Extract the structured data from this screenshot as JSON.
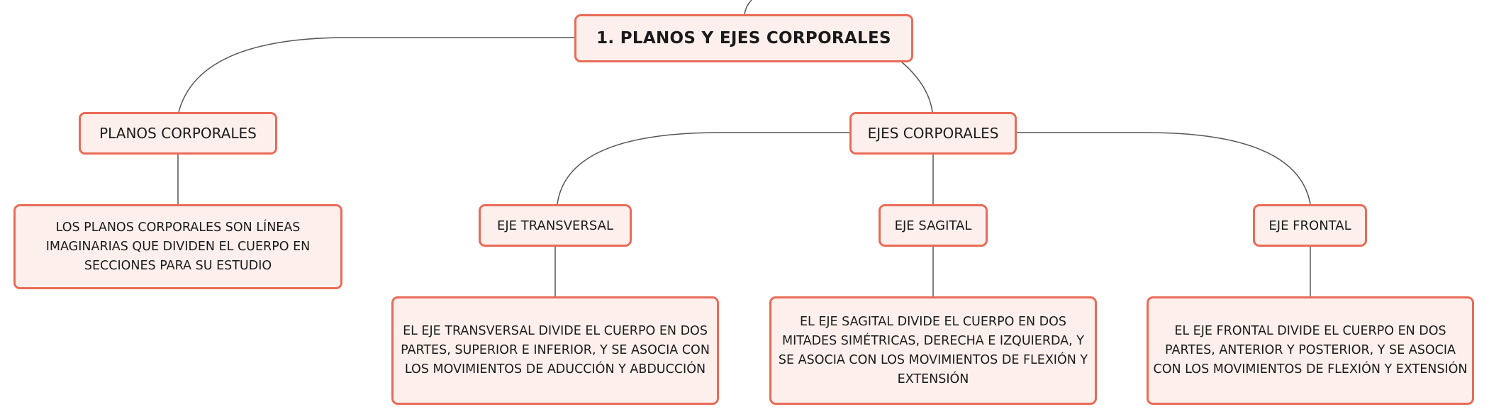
{
  "colors": {
    "node_fill": "#fdf0ec",
    "node_border": "#e96b57",
    "connector": "#555555",
    "text": "#1a1a1a"
  },
  "root": {
    "label": "1. PLANOS Y EJES CORPORALES"
  },
  "planos": {
    "label": "PLANOS CORPORALES",
    "description": "LOS PLANOS CORPORALES SON LÍNEAS IMAGINARIAS QUE DIVIDEN EL CUERPO EN SECCIONES PARA SU ESTUDIO"
  },
  "ejes": {
    "label": "EJES CORPORALES",
    "children": [
      {
        "label": "EJE TRANSVERSAL",
        "description": "EL EJE TRANSVERSAL DIVIDE EL CUERPO EN DOS PARTES, SUPERIOR E INFERIOR, Y SE ASOCIA CON LOS MOVIMIENTOS DE ADUCCIÓN Y ABDUCCIÓN"
      },
      {
        "label": "EJE SAGITAL",
        "description": "EL EJE SAGITAL DIVIDE EL CUERPO EN DOS MITADES SIMÉTRICAS, DERECHA E IZQUIERDA, Y SE ASOCIA CON LOS MOVIMIENTOS DE FLEXIÓN Y EXTENSIÓN"
      },
      {
        "label": "EJE FRONTAL",
        "description": "EL EJE FRONTAL DIVIDE EL CUERPO EN DOS PARTES, ANTERIOR Y POSTERIOR, Y SE ASOCIA CON LOS MOVIMIENTOS DE FLEXIÓN Y EXTENSIÓN"
      }
    ]
  }
}
